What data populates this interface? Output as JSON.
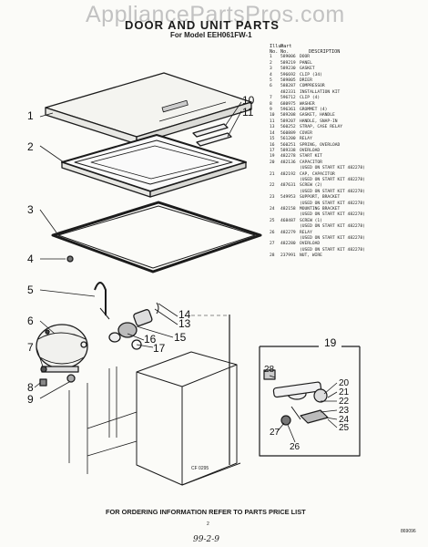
{
  "watermark": "AppliancePartsPros.com",
  "header": {
    "title": "DOOR AND UNIT PARTS",
    "subtitle": "For Model EEH061FW-1"
  },
  "parts_table": {
    "col_illus": "Illus.\nNo.",
    "col_part": "Part\nNo.",
    "col_desc": "DESCRIPTION",
    "rows": [
      {
        "illus": "1",
        "part": "589006",
        "desc": "DOOR"
      },
      {
        "illus": "2",
        "part": "589219",
        "desc": "PANEL"
      },
      {
        "illus": "3",
        "part": "589230",
        "desc": "GASKET"
      },
      {
        "illus": "4",
        "part": "596692",
        "desc": "CLIP (34)"
      },
      {
        "illus": "5",
        "part": "589805",
        "desc": "DRIER"
      },
      {
        "illus": "6",
        "part": "588287",
        "desc": "COMPRESSOR"
      },
      {
        "illus": "",
        "part": "482331",
        "desc": "INSTALLATION KIT"
      },
      {
        "illus": "7",
        "part": "596712",
        "desc": "CLIP (4)"
      },
      {
        "illus": "8",
        "part": "680975",
        "desc": "WASHER"
      },
      {
        "illus": "9",
        "part": "596361",
        "desc": "GROMMET (4)"
      },
      {
        "illus": "10",
        "part": "589208",
        "desc": "GASKET, HANDLE"
      },
      {
        "illus": "11",
        "part": "589207",
        "desc": "HANDLE, SNAP-IN"
      },
      {
        "illus": "13",
        "part": "560252",
        "desc": "STRAP, CASE RELAY"
      },
      {
        "illus": "14",
        "part": "560889",
        "desc": "COVER"
      },
      {
        "illus": "15",
        "part": "561200",
        "desc": "RELAY"
      },
      {
        "illus": "16",
        "part": "560251",
        "desc": "SPRING, OVERLOAD"
      },
      {
        "illus": "17",
        "part": "589338",
        "desc": "OVERLOAD"
      },
      {
        "illus": "19",
        "part": "482278",
        "desc": "START KIT"
      },
      {
        "illus": "20",
        "part": "482136",
        "desc": "CAPACITOR",
        "note": "(USED ON START KIT 482278)"
      },
      {
        "illus": "21",
        "part": "482192",
        "desc": "CAP, CAPACITOR",
        "note": "(USED ON START KIT 482278)"
      },
      {
        "illus": "22",
        "part": "487631",
        "desc": "SCREW (2)",
        "note": "(USED ON START KIT 482278)"
      },
      {
        "illus": "23",
        "part": "549953",
        "desc": "SUPPORT, BRACKET",
        "note": "(USED ON START KIT 482278)"
      },
      {
        "illus": "24",
        "part": "482158",
        "desc": "MOUNTING BRACKET",
        "note": "(USED ON START KIT 482278)"
      },
      {
        "illus": "25",
        "part": "468487",
        "desc": "SCREW (1)",
        "note": "(USED ON START KIT 482278)"
      },
      {
        "illus": "26",
        "part": "482279",
        "desc": "RELAY",
        "note": "(USED ON START KIT 482278)"
      },
      {
        "illus": "27",
        "part": "482280",
        "desc": "OVERLOAD",
        "note": "(USED ON START KIT 482278)"
      },
      {
        "illus": "28",
        "part": "237991",
        "desc": "NUT, WIRE"
      }
    ]
  },
  "callouts": {
    "c1": "1",
    "c2": "2",
    "c3": "3",
    "c4": "4",
    "c5": "5",
    "c6": "6",
    "c7": "7",
    "c8": "8",
    "c9": "9",
    "c10": "10",
    "c11": "11",
    "c13": "13",
    "c14": "14",
    "c15": "15",
    "c16": "16",
    "c17": "17",
    "c19": "19",
    "c20": "20",
    "c21": "21",
    "c22": "22",
    "c23": "23",
    "c24": "24",
    "c25": "25",
    "c26": "26",
    "c27": "27",
    "c28": "28"
  },
  "diagram_code": "CF 0295",
  "footer": "FOR ORDERING INFORMATION REFER TO PARTS PRICE LIST",
  "page_number": "2",
  "document_number": "869096",
  "handwritten_note": "99-2-9"
}
